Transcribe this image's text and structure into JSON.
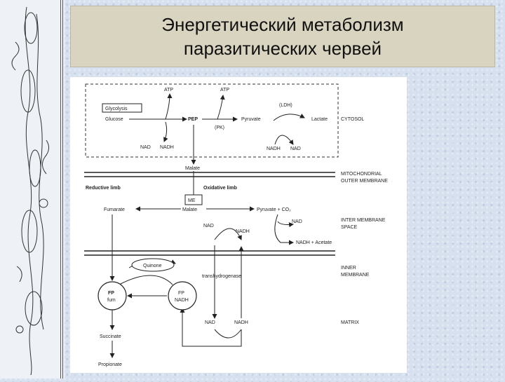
{
  "title": {
    "line1": "Энергетический метаболизм",
    "line2": "паразитических червей"
  },
  "diagram": {
    "atp_left": "ATP",
    "atp_right": "ATP",
    "glycolysis": "Glycolysis",
    "glucose": "Glucose",
    "pep": "PEP",
    "pk": "(PK)",
    "pyruvate_top": "Pyruvate",
    "ldh": "(LDH)",
    "lactate": "Lactate",
    "cytosol": "CYTOSOL",
    "nad_left": "NAD",
    "nadh_left": "NADH",
    "nadh_ldh": "NADH",
    "nad_ldh": "NAD",
    "malate_top": "Malate",
    "mito_outer_1": "MITOCHONDRIAL",
    "mito_outer_2": "OUTER MEMBRANE",
    "reductive_limb": "Reductive limb",
    "oxidative_limb": "Oxidative limb",
    "me": "ME",
    "fumarate": "Fumarate",
    "malate_mid": "Malate",
    "pyruvate_co2": "Pyruvate + CO₂",
    "inter_1": "INTER MEMBRANE",
    "inter_2": "SPACE",
    "nad_ims_left": "NAD",
    "nadh_ims": "NADH",
    "nad_ims_right": "NAD",
    "nadh_acetate": "NADH + Acetate",
    "quinone": "Quinone",
    "transhydrogenase": "transhydrogenase",
    "inner_1": "INNER",
    "inner_2": "MEMBRANE",
    "fp_fum_1": "FP",
    "fp_fum_2": "fum",
    "fp_nadh_1": "FP",
    "fp_nadh_2": "NADH",
    "nad_matrix": "NAD",
    "nadh_matrix": "NADH",
    "matrix": "MATRIX",
    "succinate": "Succinate",
    "propionate": "Propionate"
  }
}
